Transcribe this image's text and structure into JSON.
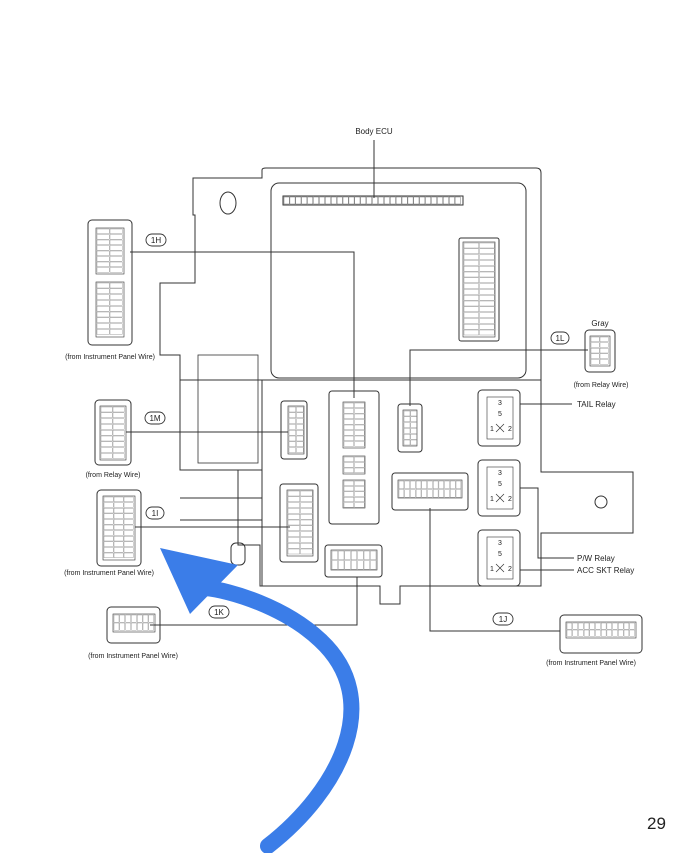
{
  "diagram": {
    "title": "Body ECU",
    "page_number": "29",
    "connectors": [
      {
        "code": "1H",
        "source": "(from Instrument Panel Wire)"
      },
      {
        "code": "1M",
        "source": "(from Relay Wire)"
      },
      {
        "code": "1I",
        "source": "(from Instrument Panel Wire)"
      },
      {
        "code": "1K",
        "source": "(from Instrument Panel Wire)"
      },
      {
        "code": "1J",
        "source": "(from Instrument Panel Wire)"
      },
      {
        "code": "1L",
        "color": "Gray",
        "source": "(from Relay Wire)"
      }
    ],
    "relays": [
      {
        "name": "TAIL Relay"
      },
      {
        "name": "P/W Relay"
      },
      {
        "name": "ACC SKT Relay"
      }
    ],
    "relay_pins": [
      "3",
      "5",
      "1",
      "2"
    ],
    "annotation_color": "#3b7de8"
  }
}
